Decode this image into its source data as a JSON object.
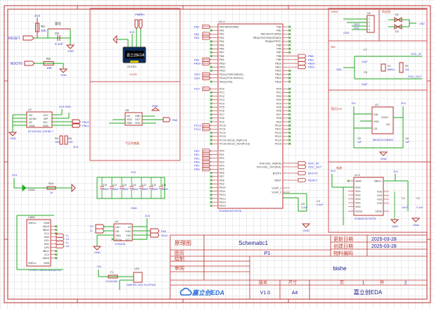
{
  "title_block": {
    "type_label": "原理图",
    "schematic_name": "Schematic1",
    "updated_label": "更新日期",
    "updated_value": "2025-03-28",
    "created_label": "创建日期",
    "created_value": "2025-03-28",
    "page_label": "图页",
    "page_name": "P1",
    "material_label": "物料编码",
    "material_value": "",
    "drawn_label": "绘制",
    "review_label": "审阅",
    "project_name": "bishe",
    "version_label": "版本",
    "version_value": "V1.0",
    "size_label": "尺寸",
    "size_value": "A4",
    "page_word": "页",
    "page_num": "1",
    "total_word": "共",
    "total_num": "2",
    "company": "嘉立创EDA",
    "logo_text": "嘉立创EDA"
  },
  "frame": {
    "col_numbers": [
      "1",
      "2",
      "3",
      "4",
      "5",
      "6"
    ],
    "row_letters": [
      "A",
      "B",
      "C",
      "D"
    ]
  },
  "reset_block": {
    "net_reset": "RESET",
    "r2": "R2",
    "r2_val": "10K",
    "pwr": "3V3",
    "sw": "复位",
    "c9": "C9",
    "c9_val": "0.1uF",
    "gnd": "GND",
    "net_boot": "BOOT0",
    "r3": "R3",
    "r3_val": "10K"
  },
  "oled_block": {
    "title": "OLED",
    "ref": "OLED1",
    "pwr": "3V3",
    "gnd": "GND",
    "net1": "PB6",
    "net2": "PB7",
    "screen_text": "嘉立创EDA"
  },
  "mcu": {
    "ref": "U1.1",
    "part": "STM32F407VET6",
    "left_nets": [
      "PA0",
      "PA2",
      "PA3",
      "PA9",
      "PA10",
      "SDO",
      "SCK",
      "PC0",
      "PC10",
      "PC11",
      "PE0",
      "PE1",
      "PE2",
      "PE3",
      "PE4",
      "PE5"
    ],
    "left_pins_a": [
      "PA0-WKUP(PA0)",
      "PA1",
      "PA2",
      "PA3",
      "PA4",
      "PA5",
      "PA6",
      "PA7",
      "PA8",
      "PA9",
      "PA10",
      "PA11",
      "PA12",
      "PA13(JTMS-SWDIO)",
      "PA14(JTCK-SWCLK)",
      "PA15(JTDI)"
    ],
    "left_pins_c": [
      "PC0",
      "PC1",
      "PC2",
      "PC3",
      "PC4",
      "PC5",
      "PC6",
      "PC7",
      "PC8",
      "PC9",
      "PC10",
      "PC11",
      "PC12",
      "PC13",
      "PC14-OSC32_IN(PC14)",
      "PC15-OSC32_OUT(PC15)"
    ],
    "left_pins_e": [
      "PE0",
      "PE1",
      "PE2",
      "PE3",
      "PE4",
      "PE5",
      "PE6",
      "PE7",
      "PE8",
      "PE9",
      "PE10",
      "PE11",
      "PE12",
      "PE13",
      "PE14",
      "PE15"
    ],
    "right_pins_b": [
      "PB0",
      "PB1",
      "PB2-BOOT1(PB2)",
      "PB3(JTDO/TRACESWO)",
      "PB4(NJTRST)",
      "PB5",
      "PB6",
      "PB7",
      "PB8",
      "PB9",
      "PB10",
      "PB11",
      "PB12",
      "PB13",
      "PB14",
      "PB15"
    ],
    "right_pins_d": [
      "PD0",
      "PD1",
      "PD2",
      "PD3",
      "PD4",
      "PD5",
      "PD6",
      "PD7",
      "PD8",
      "PD9",
      "PD10",
      "PD11",
      "PD12",
      "PD13",
      "PD14",
      "PD15"
    ],
    "right_pins_misc": [
      "PH0-OSC_IN(PH0)",
      "PH1-OSC_OUT(PH1)",
      "BOOT0",
      "NRST",
      "VCAP_1",
      "VCAP_2"
    ],
    "right_nets_b": [
      "PB8",
      "PB9",
      "PB10",
      "PB11"
    ],
    "right_nets_misc": [
      "OSC_IN",
      "OSC_OUT",
      "BOOT0",
      "RESET"
    ],
    "c3": "C3",
    "c3_val": "2.2uF",
    "c4": "C4",
    "c4_val": "2.2uF",
    "gnd": "GND"
  },
  "swd_block": {
    "title": "SWD",
    "ref": "H2",
    "sdo": "SDO",
    "sck": "SCK",
    "gnd": "GND",
    "pwr": "3V3",
    "pins": [
      "1",
      "2",
      "3",
      "4"
    ]
  },
  "esd_block": {
    "title": "防反接",
    "d1": "D1",
    "d2": "D2",
    "gnd": "GND"
  },
  "osc_block": {
    "title": "8M",
    "c7": "C7",
    "c7_val": "22pF",
    "c8": "C8",
    "c8_val": "22pF",
    "x1": "X1",
    "x1_val": "8MHz",
    "r1": "R1",
    "r1_val": "1M",
    "osc_in": "OSC_IN",
    "osc_out": "OSC_OUT",
    "gnd": "GND"
  },
  "ldo_block": {
    "title": "稳压3V3",
    "ref": "U2",
    "part": "ME6212C33M5G",
    "vin_net": "+5V",
    "vout_net": "3V3",
    "pins_left": [
      "VIN",
      "VSS",
      "CE"
    ],
    "pins_right": [
      "VOUT",
      "NC"
    ],
    "c5": "C5",
    "c5_val": "1uF",
    "c6": "C6",
    "c6_val": "1uF",
    "gnd": "GND"
  },
  "power_block": {
    "title": "电源",
    "ref": "U1.2",
    "part": "STM32F407VET6",
    "pwr": "3V3",
    "pins_left": [
      "VBAT",
      "VDD",
      "VDD",
      "VDD",
      "VDD",
      "VDD",
      "VDD",
      "VDDA"
    ],
    "pins_right": [
      "VREF+",
      "VSS",
      "VSS",
      "VSS",
      "VSS",
      "VSSA"
    ],
    "c1": "C1",
    "c1_val": "10uF",
    "c2": "C2",
    "c2_val": "0.1uF",
    "gnd": "GND"
  },
  "eeprom_block": {
    "ref": "U3",
    "part": "AT24C08C-SSHM-T",
    "pins_left": [
      "NC",
      "A1/NC",
      "A2",
      "GND"
    ],
    "pins_right": [
      "VCC",
      "WP",
      "SCL",
      "SDA"
    ],
    "r5": "R5",
    "r5_val": "10K",
    "r6": "R6",
    "r6_val": "10K",
    "net1": "PB10",
    "net2": "PB11",
    "pwr": "3V3",
    "gnd": "GND"
  },
  "sensor_block": {
    "title": "气压传感器",
    "ref": "U5",
    "pins_left": [
      "NC",
      "VDD",
      "GND"
    ],
    "pins_right": [
      "GND",
      "OUT",
      "VDD"
    ],
    "net": "PA0",
    "pwr": "3V3",
    "gnd": "GND"
  },
  "led_block": {
    "ref": "LED1",
    "r": "R16",
    "r_val": "1K",
    "pwr": "3V3",
    "gnd": "GND"
  },
  "decoupling": {
    "caps": [
      "C15",
      "C14",
      "C10",
      "C11",
      "C12",
      "C13",
      "C16"
    ],
    "val": "100nF",
    "pwr": "3V3",
    "gnd": "GND"
  },
  "usb_block": {
    "ref": "USB1",
    "part": "TYPE-C 16PIN 2MD(073)",
    "pins": [
      "SHELL",
      "GND",
      "VBUS",
      "SBU2",
      "CC1",
      "DN2",
      "DP1",
      "DN1",
      "DP2",
      "SBU1",
      "CC2",
      "VBUS",
      "SHELL",
      "GND"
    ],
    "nets": [
      "D-",
      "D+",
      "D-",
      "D+"
    ]
  },
  "uart_block": {
    "ref": "U4",
    "part": "CH340N",
    "pins_left": [
      "UD+",
      "UD-",
      "GND",
      "RTS#"
    ],
    "pins_right": [
      "V3",
      "RXD",
      "TXD",
      "VCC"
    ],
    "net_dp": "D+",
    "net_dm": "D-",
    "net_rx": "PA9",
    "net_tx": "PA10",
    "pwr": "3V3",
    "gnd": "GND"
  },
  "power_in": {
    "pwr": "+5V",
    "fuse": "F1",
    "fuse_val": "1210L050",
    "conn": "U24",
    "conn_part": "WAFER-XH2.54-2PWZ",
    "gnd": "GND"
  }
}
